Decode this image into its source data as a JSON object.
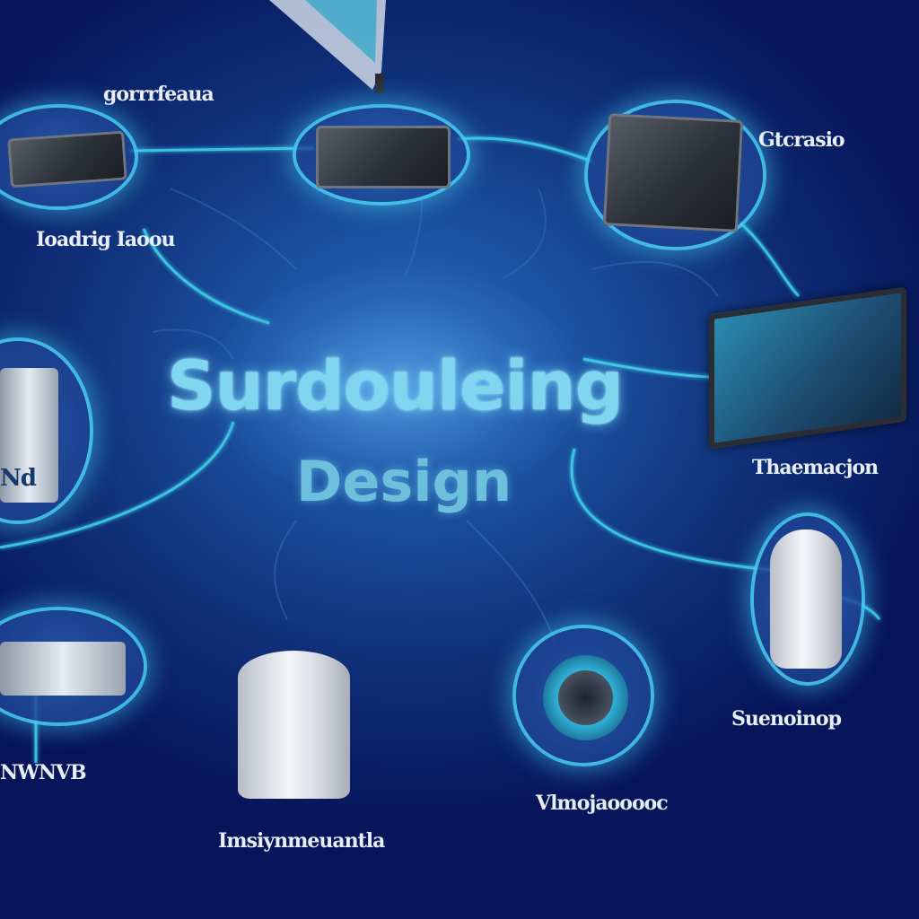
{
  "diagram": {
    "title": "Surdouleing",
    "subtitle": "Design",
    "accent_color": "#45c8ea",
    "nodes": [
      {
        "id": "top-left",
        "label": "gorrrfeaua",
        "icon": "camera-device-icon"
      },
      {
        "id": "top-center",
        "label": "",
        "icon": "machine-device-icon"
      },
      {
        "id": "top-right",
        "label": "Gtcrasio",
        "icon": "circuit-device-icon"
      },
      {
        "id": "left-upper",
        "label": "Ioadrig Iaoou",
        "icon": "component-icon"
      },
      {
        "id": "left-middle",
        "label": "Nd",
        "icon": "gauge-device-icon"
      },
      {
        "id": "right-middle",
        "label": "Thaemacjon",
        "icon": "tablet-screen-icon"
      },
      {
        "id": "right-lower",
        "label": "Suenoinop",
        "icon": "bottle-device-icon"
      },
      {
        "id": "bottom-left",
        "label": "NWNVB",
        "icon": "board-device-icon"
      },
      {
        "id": "bottom-center",
        "label": "Imsiynmeuantla",
        "icon": "cup-device-icon"
      },
      {
        "id": "bottom-right",
        "label": "Vlmojaooooc",
        "icon": "gear-device-icon"
      }
    ]
  }
}
